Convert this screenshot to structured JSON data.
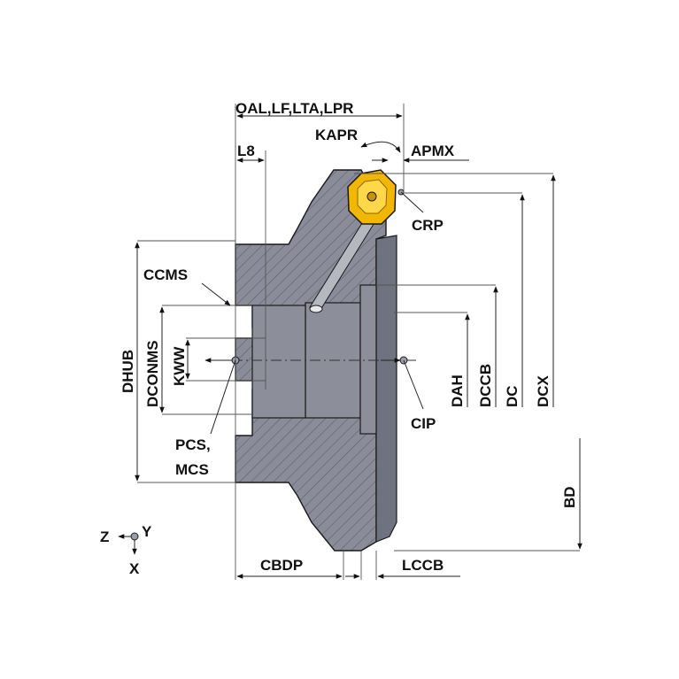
{
  "labels": {
    "oal": "OAL,LF,LTA,LPR",
    "kapr": "KAPR",
    "apmx": "APMX",
    "l8": "L8",
    "crp": "CRP",
    "ccms": "CCMS",
    "dhub": "DHUB",
    "dconms": "DCONMS",
    "kww": "KWW",
    "dah": "DAH",
    "dccb": "DCCB",
    "dc": "DC",
    "dcx": "DCX",
    "cip": "CIP",
    "pcs": "PCS,",
    "mcs": "MCS",
    "bd": "BD",
    "cbdp": "CBDP",
    "lccb": "LCCB",
    "axis_z": "Z",
    "axis_y": "Y",
    "axis_x": "X"
  },
  "colors": {
    "body": "#8a8d99",
    "insert": "#f2b705",
    "line": "#1a1a1a"
  }
}
